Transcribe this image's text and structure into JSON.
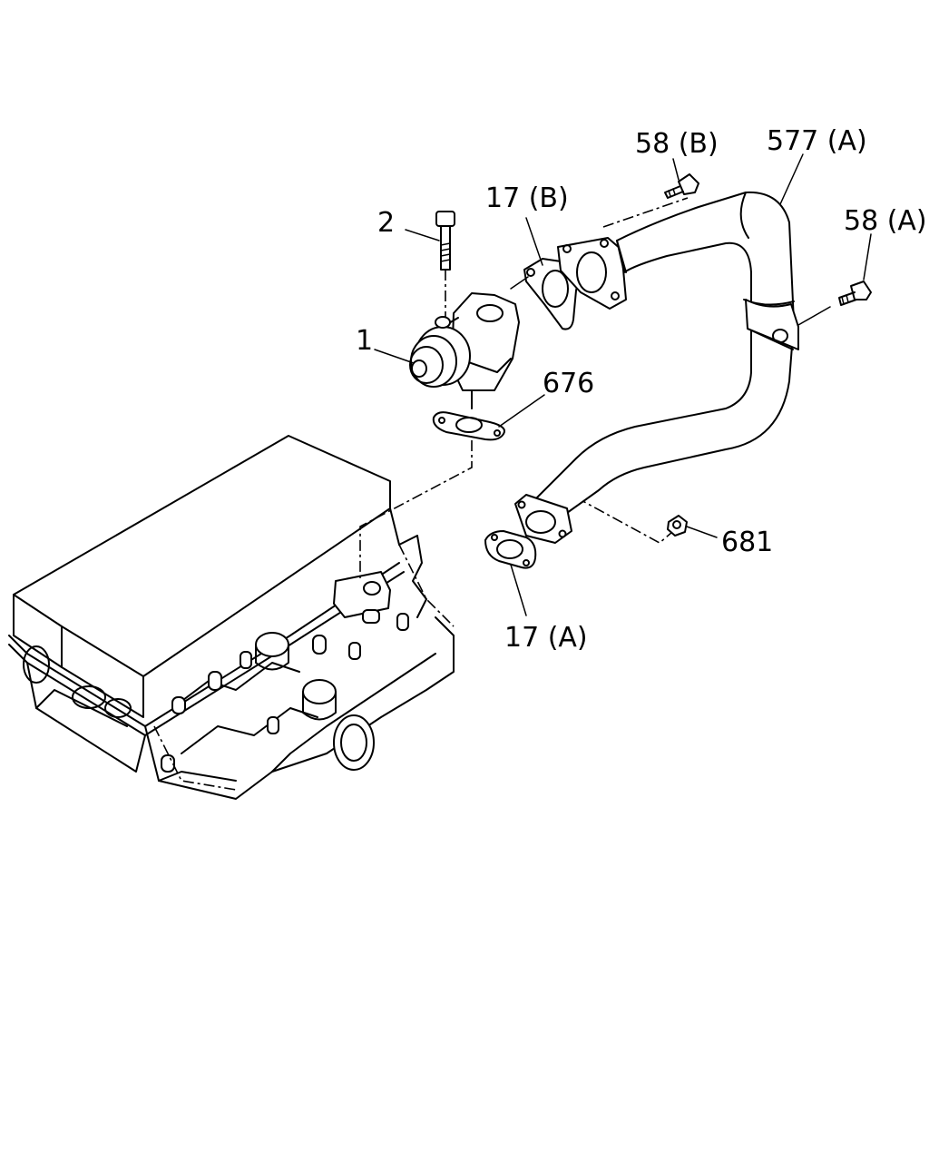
{
  "callouts": {
    "c1": "1",
    "c2": "2",
    "c17b": "17 (B)",
    "c58b": "58 (B)",
    "c577a": "577 (A)",
    "c58a": "58 (A)",
    "c676": "676",
    "c681": "681",
    "c17a": "17 (A)"
  }
}
